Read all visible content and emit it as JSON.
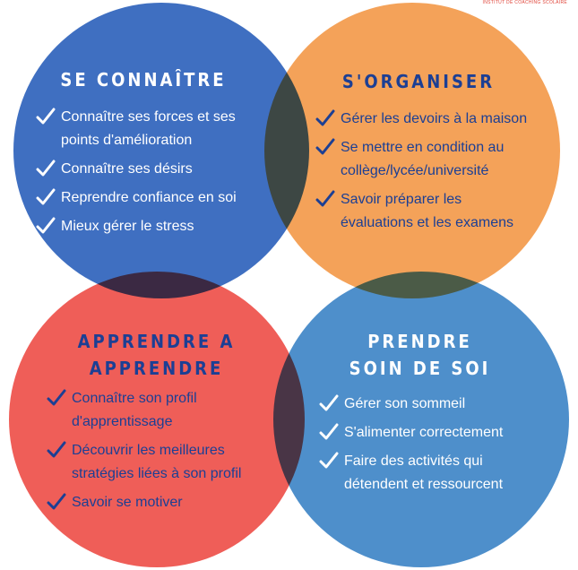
{
  "header_note": "INSTITUT DE COACHING SCOLAIRE",
  "colors": {
    "blue": "#3f6fc1",
    "orange": "#f4a259",
    "red": "#ef5e58",
    "light_blue": "#4e8fcb",
    "dark_text": "#1c3f94",
    "white_text": "#ffffff"
  },
  "quadrants": [
    {
      "id": "se-connaitre",
      "title_lines": [
        "SE CONNAÎTRE"
      ],
      "items": [
        [
          "Connaître ses forces et ses",
          "points d'amélioration"
        ],
        [
          "Connaître ses désirs"
        ],
        [
          "Reprendre confiance en soi"
        ],
        [
          "Mieux gérer le stress"
        ]
      ]
    },
    {
      "id": "s-organiser",
      "title_lines": [
        "S'ORGANISER"
      ],
      "items": [
        [
          "Gérer les devoirs à la maison"
        ],
        [
          "Se mettre en condition au",
          "collège/lycée/université"
        ],
        [
          "Savoir préparer les",
          "évaluations et les examens"
        ]
      ]
    },
    {
      "id": "apprendre-a-apprendre",
      "title_lines": [
        "APPRENDRE A",
        "APPRENDRE"
      ],
      "items": [
        [
          "Connaître son profil",
          "d'apprentissage"
        ],
        [
          "Découvrir les meilleures",
          "stratégies liées à son profil"
        ],
        [
          "Savoir se motiver"
        ]
      ]
    },
    {
      "id": "prendre-soin-de-soi",
      "title_lines": [
        "PRENDRE",
        "SOIN DE SOI"
      ],
      "items": [
        [
          "Gérer son sommeil"
        ],
        [
          "S'alimenter correctement"
        ],
        [
          "Faire des activités qui",
          "détendent et ressourcent"
        ]
      ]
    }
  ]
}
